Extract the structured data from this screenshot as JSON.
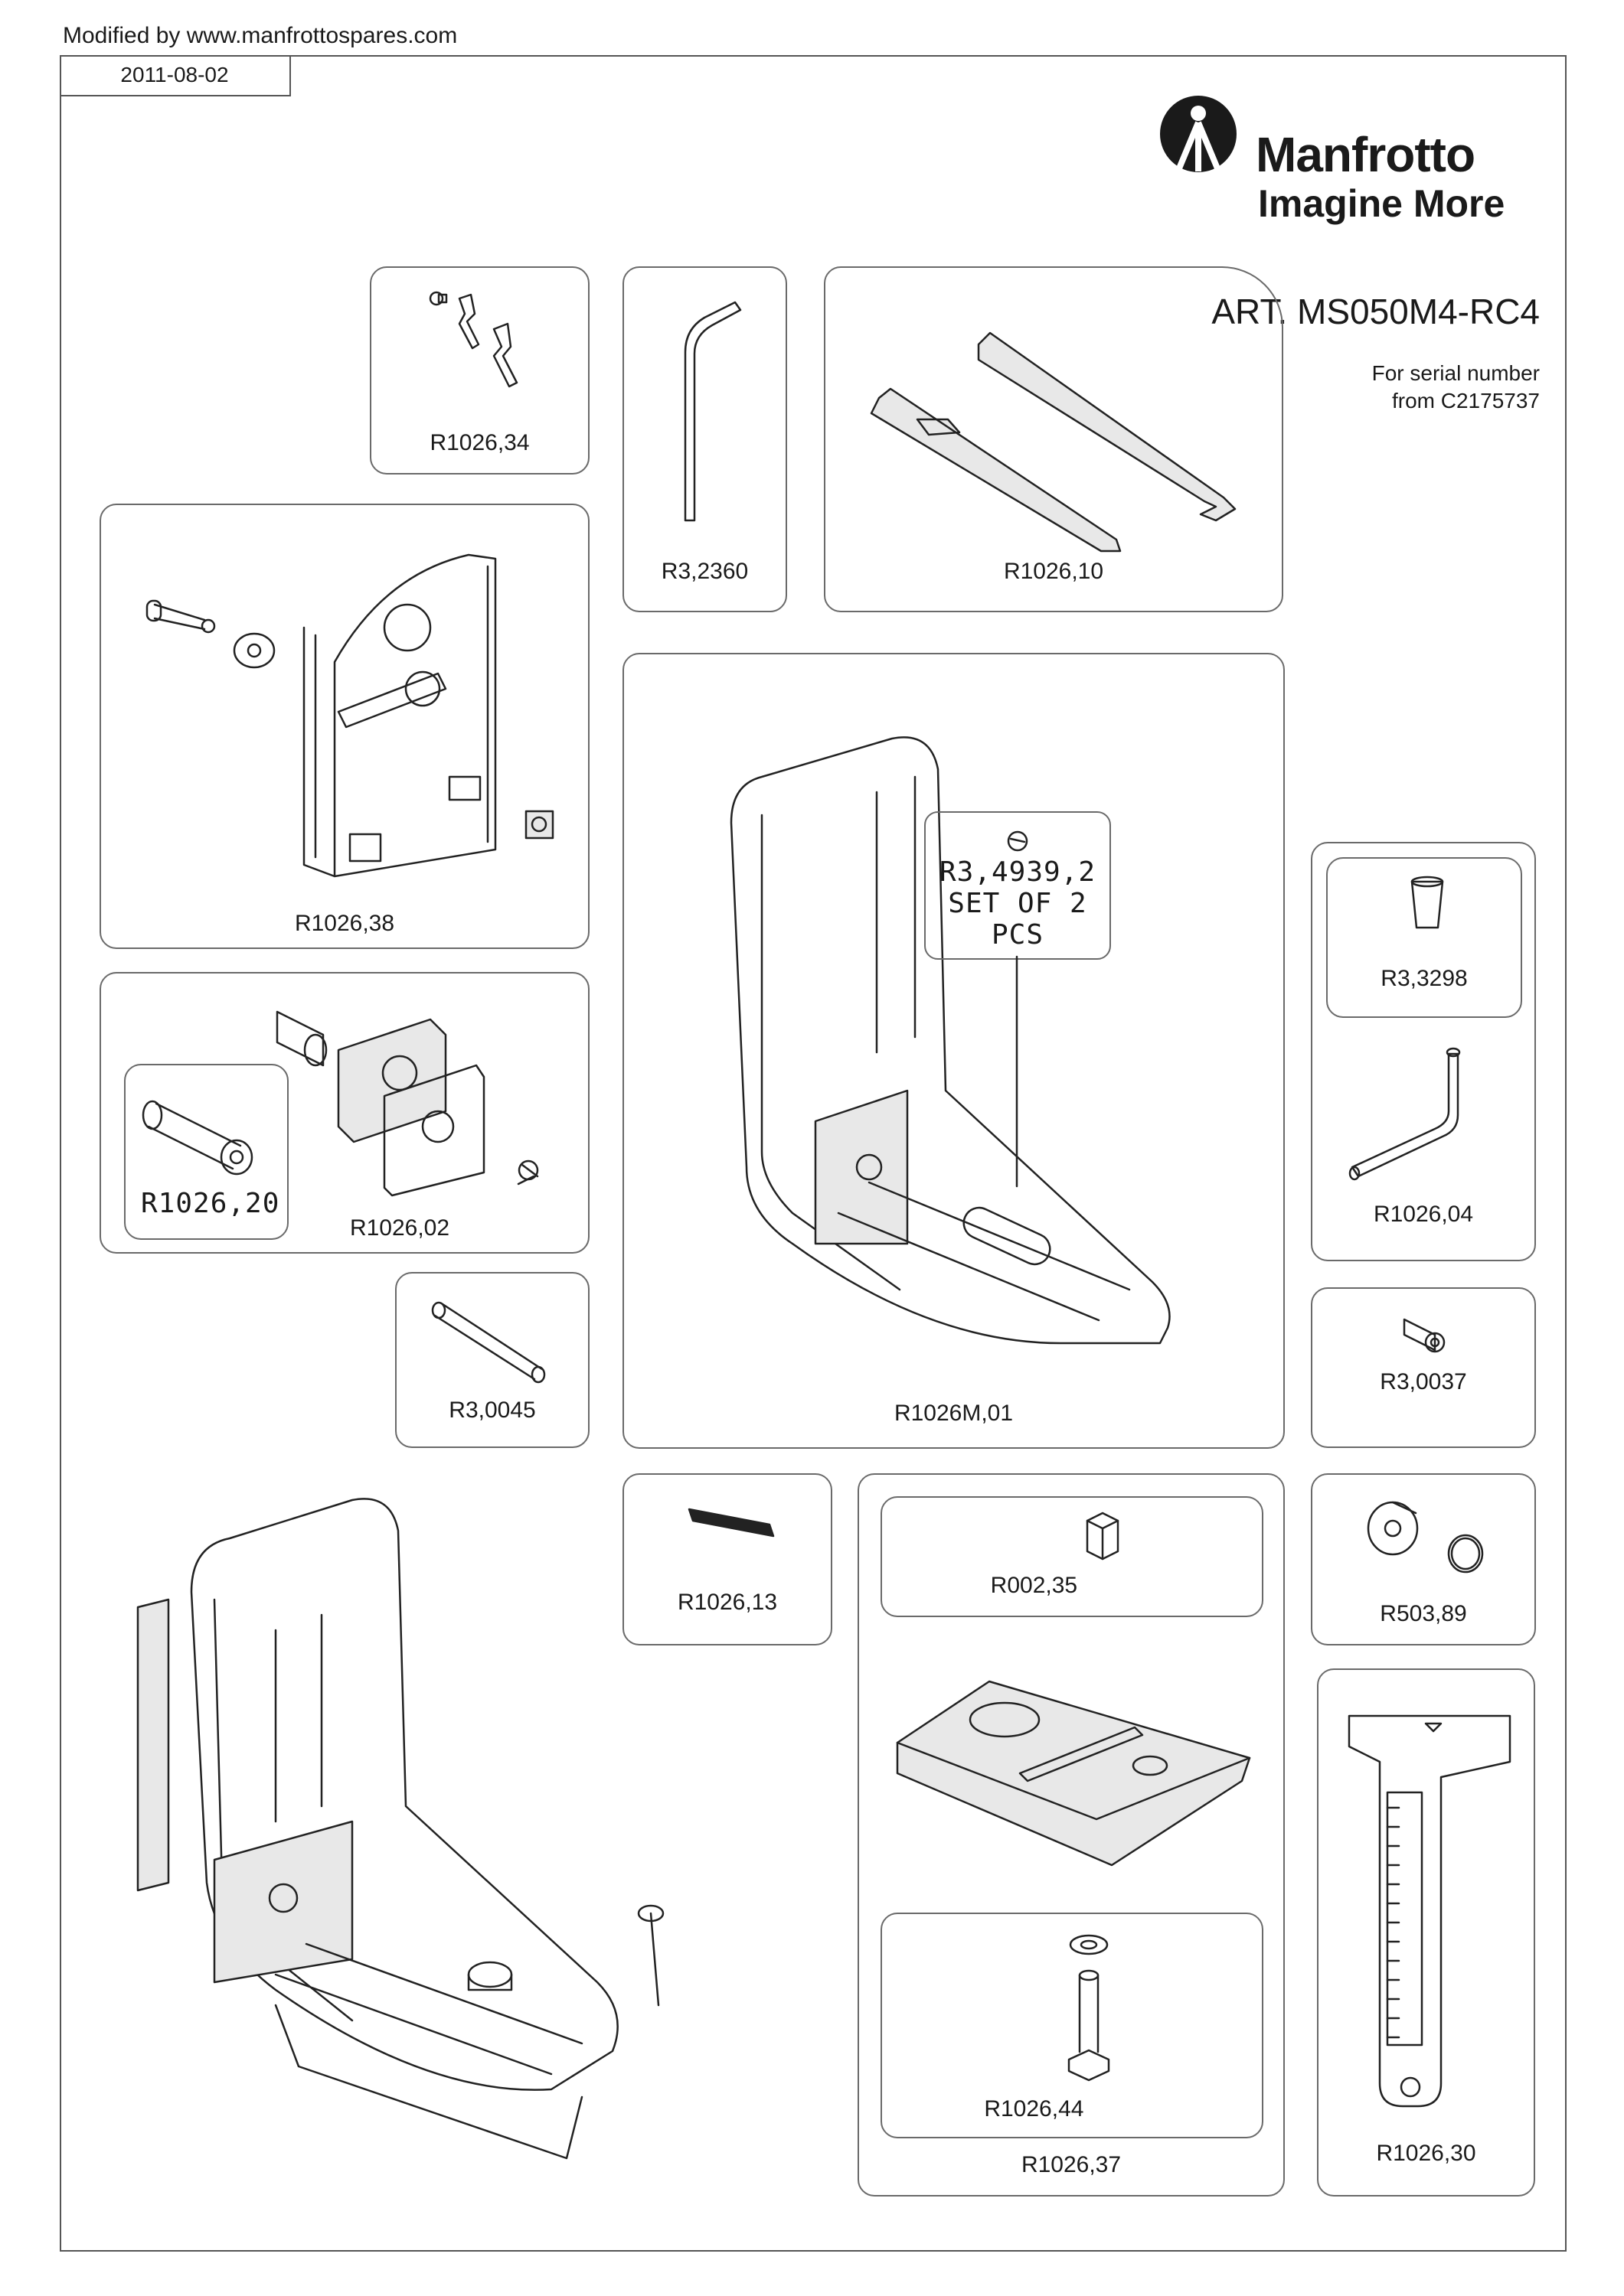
{
  "header": {
    "modified_by": "Modified by www.manfrottospares.com",
    "date": "2011-08-02"
  },
  "brand": {
    "name": "Manfrotto",
    "tagline": "Imagine More"
  },
  "article": {
    "title": "ART. MS050M4-RC4",
    "serial_line1": "For serial number",
    "serial_line2": "from C2175737"
  },
  "parts": {
    "p34": "R1026,34",
    "p2360": "R3,2360",
    "p10": "R1026,10",
    "p38": "R1026,38",
    "p4939": "R3,4939,2",
    "p4939_note": "SET OF 2 PCS",
    "p3298": "R3,3298",
    "p20": "R1026,20",
    "p02": "R1026,02",
    "p04": "R1026,04",
    "p0045": "R3,0045",
    "p01": "R1026M,01",
    "p0037": "R3,0037",
    "p13": "R1026,13",
    "p35": "R002,35",
    "p89": "R503,89",
    "p44": "R1026,44",
    "p37": "R1026,37",
    "p30": "R1026,30"
  },
  "icons": [
    "manfrotto-logo-icon"
  ]
}
